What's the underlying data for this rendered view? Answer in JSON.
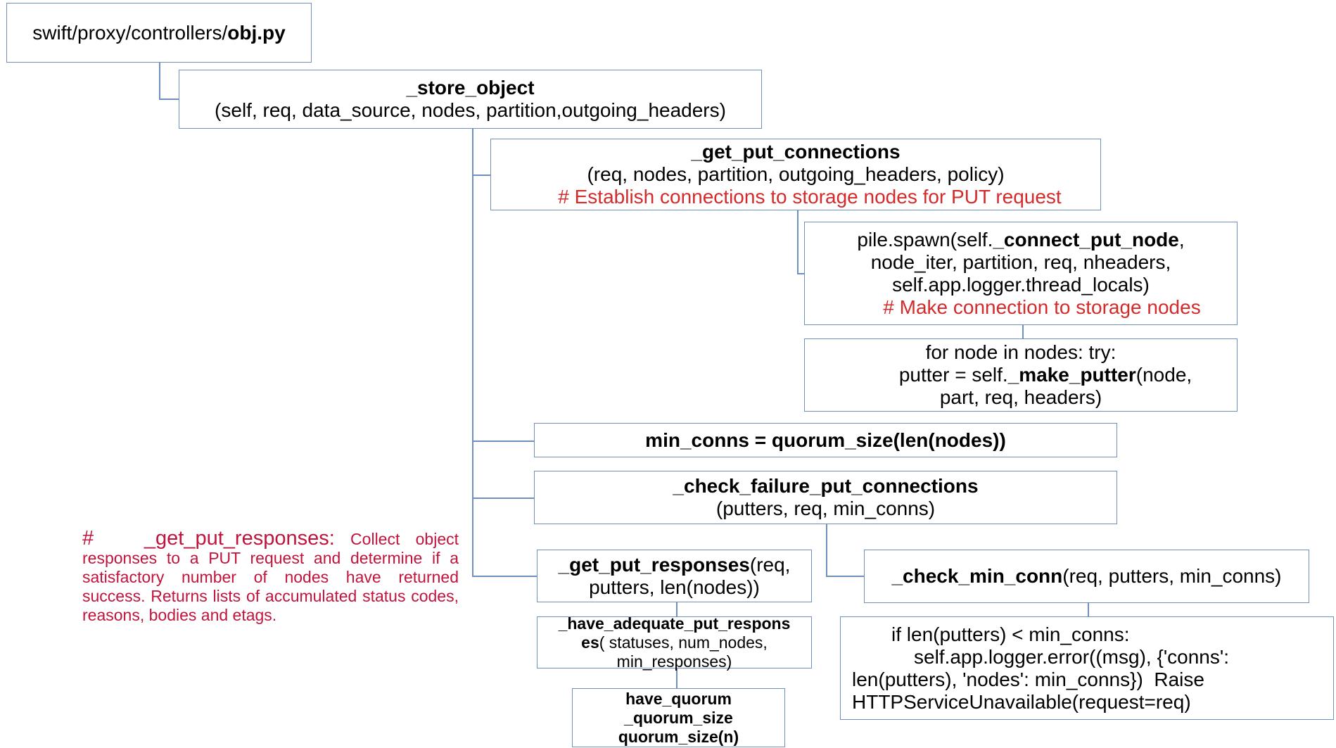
{
  "file_box": {
    "path_prefix": "swift/proxy/controllers/",
    "file_name": "obj.py"
  },
  "store_object": {
    "name": "_store_object",
    "args": "(self, req, data_source, nodes, partition,outgoing_headers)"
  },
  "get_put_connections": {
    "name": "_get_put_connections",
    "args": "(req, nodes, partition, outgoing_headers, policy)",
    "comment": "# Establish connections to storage nodes for PUT request"
  },
  "pile_spawn": {
    "prefix": "pile.spawn(self.",
    "func": "_connect_put_node",
    "suffix": ",",
    "line2": "node_iter, partition, req, nheaders,",
    "line3": "self.app.logger.thread_locals)",
    "comment": "# Make connection to storage nodes"
  },
  "for_node": {
    "line1": "for node in nodes: try:",
    "prefix": "putter = self.",
    "func": "_make_putter",
    "suffix": "(node,",
    "line3": "part, req, headers)"
  },
  "min_conns": {
    "text": "min_conns = quorum_size(len(nodes))"
  },
  "check_failure": {
    "name": "_check_failure_put_connections",
    "args": "(putters, req, min_conns)"
  },
  "get_put_responses": {
    "name": "_get_put_responses",
    "args_part1": "(req,",
    "line2": "putters, len(nodes))"
  },
  "check_min_conn": {
    "name": "_check_min_conn",
    "args": "(req, putters, min_conns)"
  },
  "have_adequate": {
    "name_line1": "_have_adequate_put_respons",
    "name_line2": "es",
    "args_part1": "( statuses, num_nodes,",
    "line3": "min_responses)"
  },
  "have_quorum": {
    "line1": "have_quorum",
    "line2": "_quorum_size",
    "line3": "quorum_size(n)"
  },
  "if_len": {
    "line1": "if len(putters) < min_conns:",
    "line2": "self.app.logger.error((msg), {'conns':",
    "line3": "len(putters), 'nodes': min_conns})  Raise",
    "line4": "HTTPServiceUnavailable(request=req)"
  },
  "comment_responses": {
    "head": "#   _get_put_responses:",
    "body": " Collect object responses to a PUT request and determine if a satisfactory number of nodes have returned success. Returns lists of accumulated status codes, reasons, bodies and etags."
  }
}
